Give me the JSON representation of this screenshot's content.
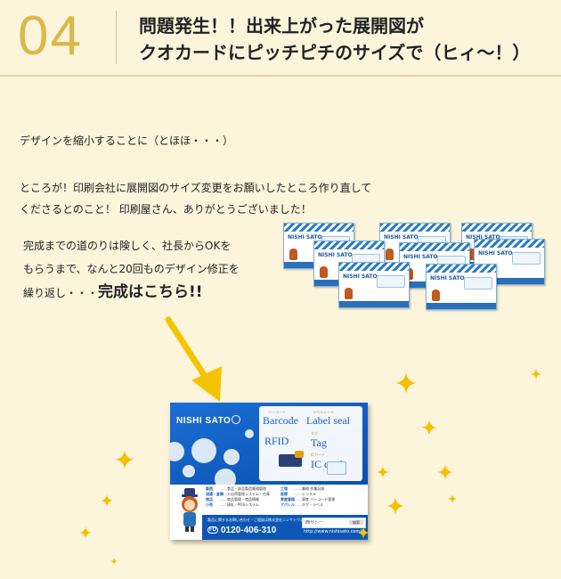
{
  "header": {
    "step_number": "04",
    "title_line1": "問題発生！！出来上がった展開図が",
    "title_line2": "クオカードにピッチピチのサイズで（ヒィ〜！）"
  },
  "body": {
    "para1": "デザインを縮小することに（とほほ・・・）",
    "para2_line1": "ところが！印刷会社に展開図のサイズ変更をお願いしたところ作り直して",
    "para2_line2": "くださるとのこと！ 印刷屋さん、ありがとうございました！",
    "para3_line1": "完成までの道のりは険しく、社長からOKを",
    "para3_line2": "もらうまで、なんと20回ものデザイン修正を",
    "para3_line3_a": "繰り返し・・・",
    "para3_line3_b": "完成はこちら!!"
  },
  "card": {
    "logo": "NISHI SATO",
    "kw_barcode": "Barcode",
    "kw_label_seal": "Label seal",
    "kw_rfid": "RFID",
    "kw_tag": "Tag",
    "kw_iccard": "IC card",
    "sub_barcode": "バーコード",
    "sub_label": "ラベルシール",
    "sub_tag": "タグ",
    "sub_ic": "ICカード",
    "info": [
      {
        "h": "製造",
        "d": "……食品・部品製造業務管理",
        "h2": "工場",
        "d2": "……業務 作業記録"
      },
      {
        "h": "流通・倉庫",
        "d": "……入出荷管理システム・在庫",
        "h2": "医療",
        "d2": "……レンタル"
      },
      {
        "h": "商品",
        "d": "……商品管理・商品情報",
        "h2": "資産管理",
        "d2": "……資産 バーコード管理"
      },
      {
        "h": "小売",
        "d": "……値札・POSシステム",
        "h2": "アパレル",
        "d2": "……タグ・ラベル"
      }
    ],
    "bottom_note": "製品に関するお問い合わせ・ご相談は株式会社ニシサトウまで",
    "phone": "0120-406-310",
    "free_dial": "FD",
    "box_label": "西サトー",
    "box_button": "検索",
    "url": "http://www.nishisato.com/"
  },
  "thumbs": [
    {
      "logo": "NISHI SATO"
    },
    {
      "logo": "NISHI SATO"
    },
    {
      "logo": "NISHI SATO"
    },
    {
      "logo": "NISHI SATO"
    },
    {
      "logo": "NISHI SATO"
    },
    {
      "logo": "NISHI SATO"
    },
    {
      "logo": "NISHI SATO"
    },
    {
      "logo": "NISHI SATO"
    }
  ],
  "colors": {
    "background": "#fdf4dc",
    "step_number": "#dcb84a",
    "arrow": "#f5c400",
    "sparkle": "#f2c200",
    "card_blue": "#0d57b4"
  }
}
